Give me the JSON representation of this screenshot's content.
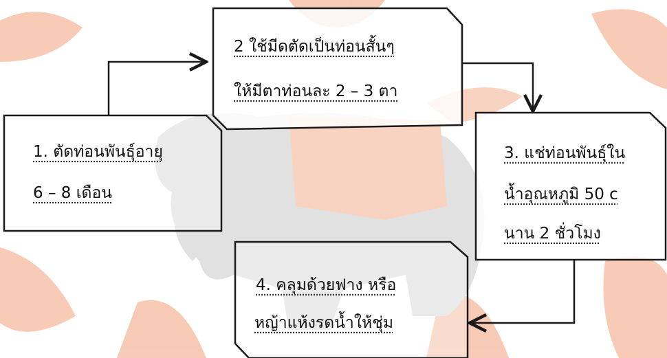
{
  "steps": [
    {
      "lines": [
        "1. ตัดท่อนพันธุ์อายุ",
        "6 – 8 เดือน"
      ]
    },
    {
      "lines": [
        "2 ใช้มีดตัดเป็นท่อนสั้นๆ",
        "ให้มีตาท่อนละ 2 – 3 ตา"
      ]
    },
    {
      "lines": [
        "3. แช่ท่อนพันธุ์ใน",
        "น้ำอุณหภูมิ 50 c",
        "นาน 2 ชั่วโมง"
      ]
    },
    {
      "lines": [
        "4. คลุมด้วยฟาง หรือ",
        "หญ้าแห้งรดน้ำให้ชุ่ม"
      ]
    }
  ],
  "colors": {
    "watermark_orange": "#f0a078",
    "watermark_gray": "#c9c9c9",
    "box_stroke": "#1a1a1a"
  }
}
